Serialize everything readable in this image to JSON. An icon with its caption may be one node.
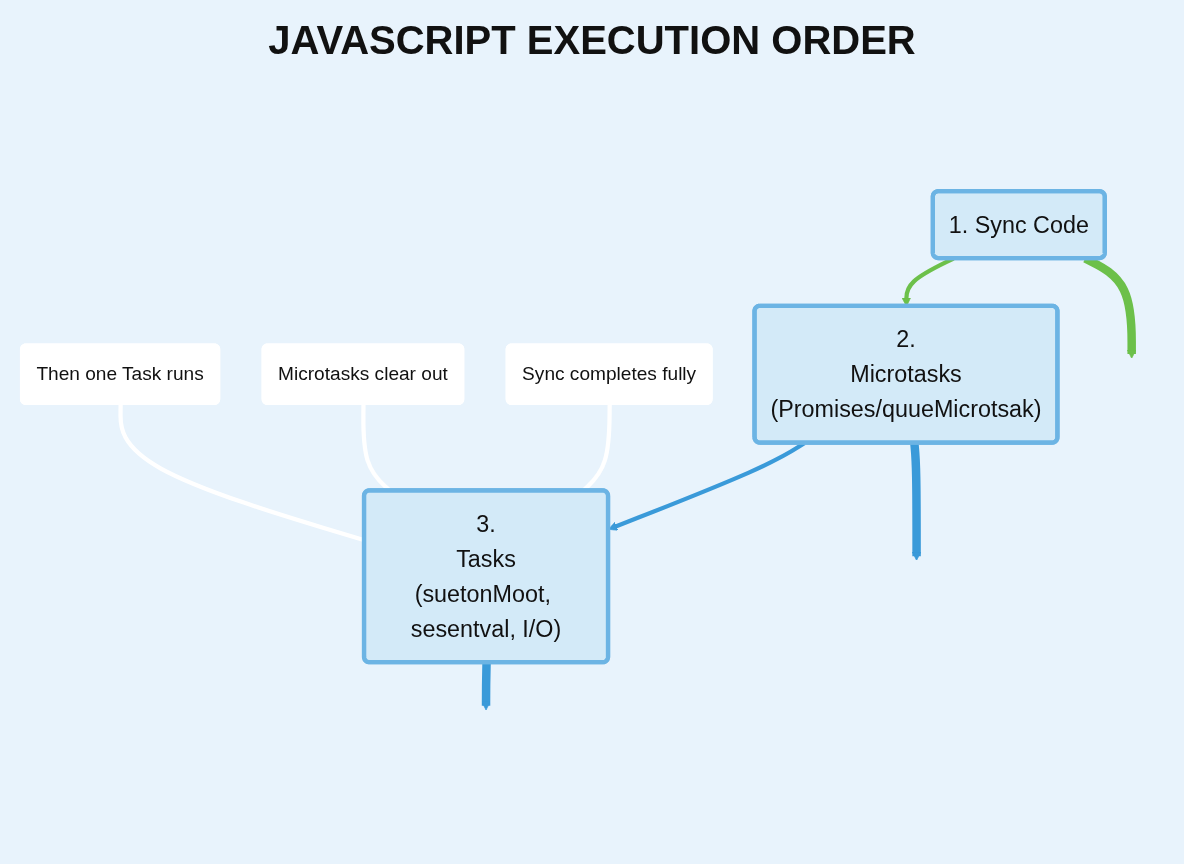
{
  "diagram": {
    "title": "JAVASCRIPT EXECUTION ORDER",
    "nodes": [
      {
        "text": [
          "1. Sync Code"
        ]
      },
      {
        "text": [
          "2.",
          "Microtasks",
          "(Promises/quueMicrotsak)"
        ]
      },
      {
        "text": [
          "3.",
          "Tasks",
          "(suetonMoot, sesentval, I/O)"
        ]
      },
      {
        "text": [
          "Sync completes fully"
        ]
      },
      {
        "text": [
          "Microtasks clear out"
        ]
      },
      {
        "text": [
          "Then one Task runs"
        ]
      }
    ],
    "edges": [
      {
        "from": 0,
        "to": null,
        "arrow": "to",
        "style": "thick",
        "color": "#6cc04a"
      },
      {
        "from": 0,
        "to": 1,
        "arrow": "to",
        "color": "#6cc04a"
      },
      {
        "from": 1,
        "to": null,
        "arrow": "to",
        "style": "thick",
        "color": "#3a9ad9"
      },
      {
        "from": 1,
        "to": 2,
        "arrow": "to",
        "color": "#3a9ad9"
      },
      {
        "from": 2,
        "to": null,
        "arrow": "to",
        "style": "thick",
        "color": "#3a9ad9"
      },
      {
        "from": 3,
        "to": 2,
        "arrow": "none",
        "color": "#ffffff"
      },
      {
        "from": 4,
        "to": 2,
        "arrow": "none",
        "color": "#ffffff"
      },
      {
        "from": 5,
        "to": 2,
        "arrow": "none",
        "color": "#ffffff"
      }
    ]
  }
}
